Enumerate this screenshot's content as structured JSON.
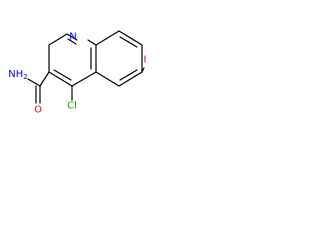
{
  "molecule": {
    "atoms": {
      "ring_nitrogen": {
        "label": "N",
        "color": "#0000ff"
      },
      "amide_nitrogen": {
        "label": "NH",
        "subscript": "2",
        "color": "#0000ff"
      },
      "carbonyl_oxygen": {
        "label": "O",
        "color": "#ff0000"
      },
      "chlorine": {
        "label": "Cl",
        "color": "#00aa00"
      },
      "iodine": {
        "label": "I",
        "color": "#940094"
      }
    },
    "bond_color": "#000000"
  }
}
